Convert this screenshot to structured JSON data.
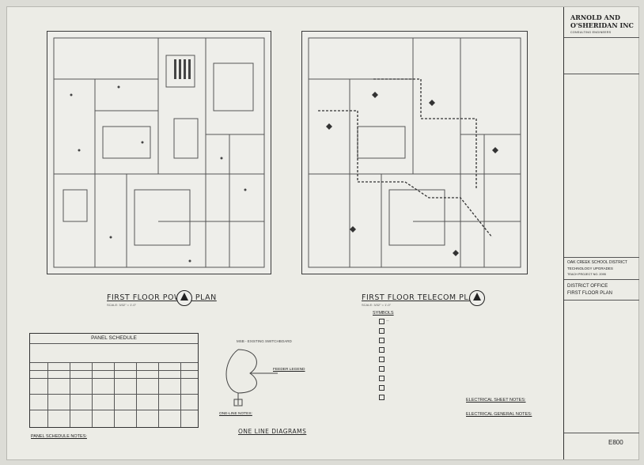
{
  "firm": {
    "name_line1": "ARNOLD AND",
    "name_line2": "O'SHERIDAN INC",
    "tagline": "CONSULTING ENGINEERS"
  },
  "plans": {
    "power_title": "FIRST FLOOR POWER PLAN",
    "power_scale": "SCALE: 3/32\" = 1'-0\"",
    "telecom_title": "FIRST FLOOR TELECOM PLAN",
    "telecom_scale": "SCALE: 3/32\" = 1'-0\""
  },
  "panel": {
    "title": "PANEL SCHEDULE",
    "notes_title": "PANEL SCHEDULE NOTES:"
  },
  "one_line": {
    "title": "ONE LINE DIAGRAMS",
    "switchboard": "MSB - EXISTING SWITCHBOARD",
    "feeder_legend": "FEEDER LEGEND",
    "notes": "ONE-LINE NOTES:"
  },
  "symbols": {
    "title": "SYMBOLS"
  },
  "notes": {
    "electrical_sheet": "ELECTRICAL SHEET NOTES:",
    "electrical_general": "ELECTRICAL GENERAL NOTES:"
  },
  "title_block": {
    "client": "OAK CREEK SCHOOL DISTRICT",
    "project": "TECHNOLOGY UPGRADES",
    "project_no": "TEACH PROJECT NO. 2095",
    "sheet_title_1": "DISTRICT OFFICE",
    "sheet_title_2": "FIRST FLOOR PLAN",
    "sheet_no": "E800"
  }
}
